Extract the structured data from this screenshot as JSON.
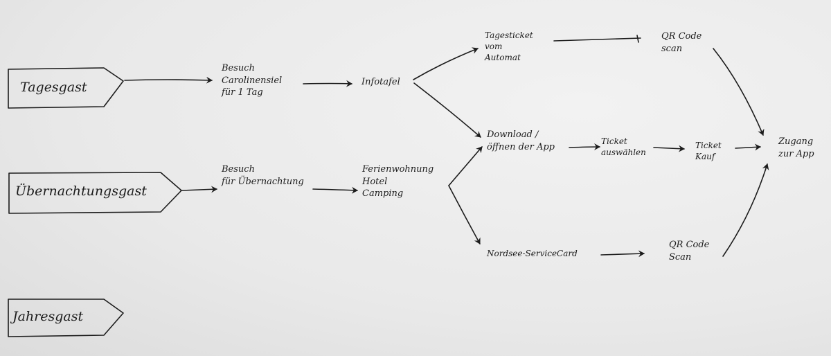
{
  "guests": {
    "tagesgast": "Tagesgast",
    "uebernachtung": "Übernachtungsgast",
    "jahresgast": "Jahresgast"
  },
  "nodes": {
    "besuch_tag": "Besuch\nCarolinensiel\nfür 1 Tag",
    "infotafel": "Infotafel",
    "besuch_uebernachtung": "Besuch\nfür Übernachtung",
    "unterkunft": "Ferienwohnung\nHotel\nCamping",
    "tagesticket": "Tagesticket\nvom\nAutomat",
    "qr_top": "QR Code\nscan",
    "download": "Download /\nöffnen der App",
    "ticket_auswaehlen": "Ticket\nauswählen",
    "ticket_kauf": "Ticket\nKauf",
    "zugang": "Zugang\nzur App",
    "servicecard": "Nordsee-ServiceCard",
    "qr_bottom": "QR Code\nScan"
  },
  "colors": {
    "ink": "#1c1c1c",
    "paper": "#ececec"
  }
}
